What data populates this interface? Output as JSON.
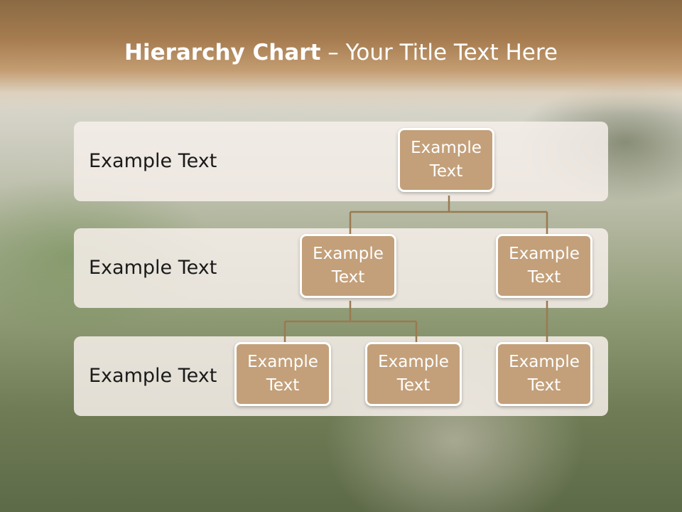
{
  "slide": {
    "title_bold": "Hierarchy Chart",
    "title_rest": " – Your Title Text Here"
  },
  "bands": [
    {
      "label": "Example Text"
    },
    {
      "label": "Example Text"
    },
    {
      "label": "Example Text"
    }
  ],
  "nodes": {
    "root": "Example\nText",
    "level2_left": "Example\nText",
    "level2_right": "Example\nText",
    "level3_a": "Example\nText",
    "level3_b": "Example\nText",
    "level3_c": "Example\nText"
  },
  "colors": {
    "node_fill": "#c3a07a",
    "connector": "#9a7a52",
    "header": "#a67c50"
  }
}
